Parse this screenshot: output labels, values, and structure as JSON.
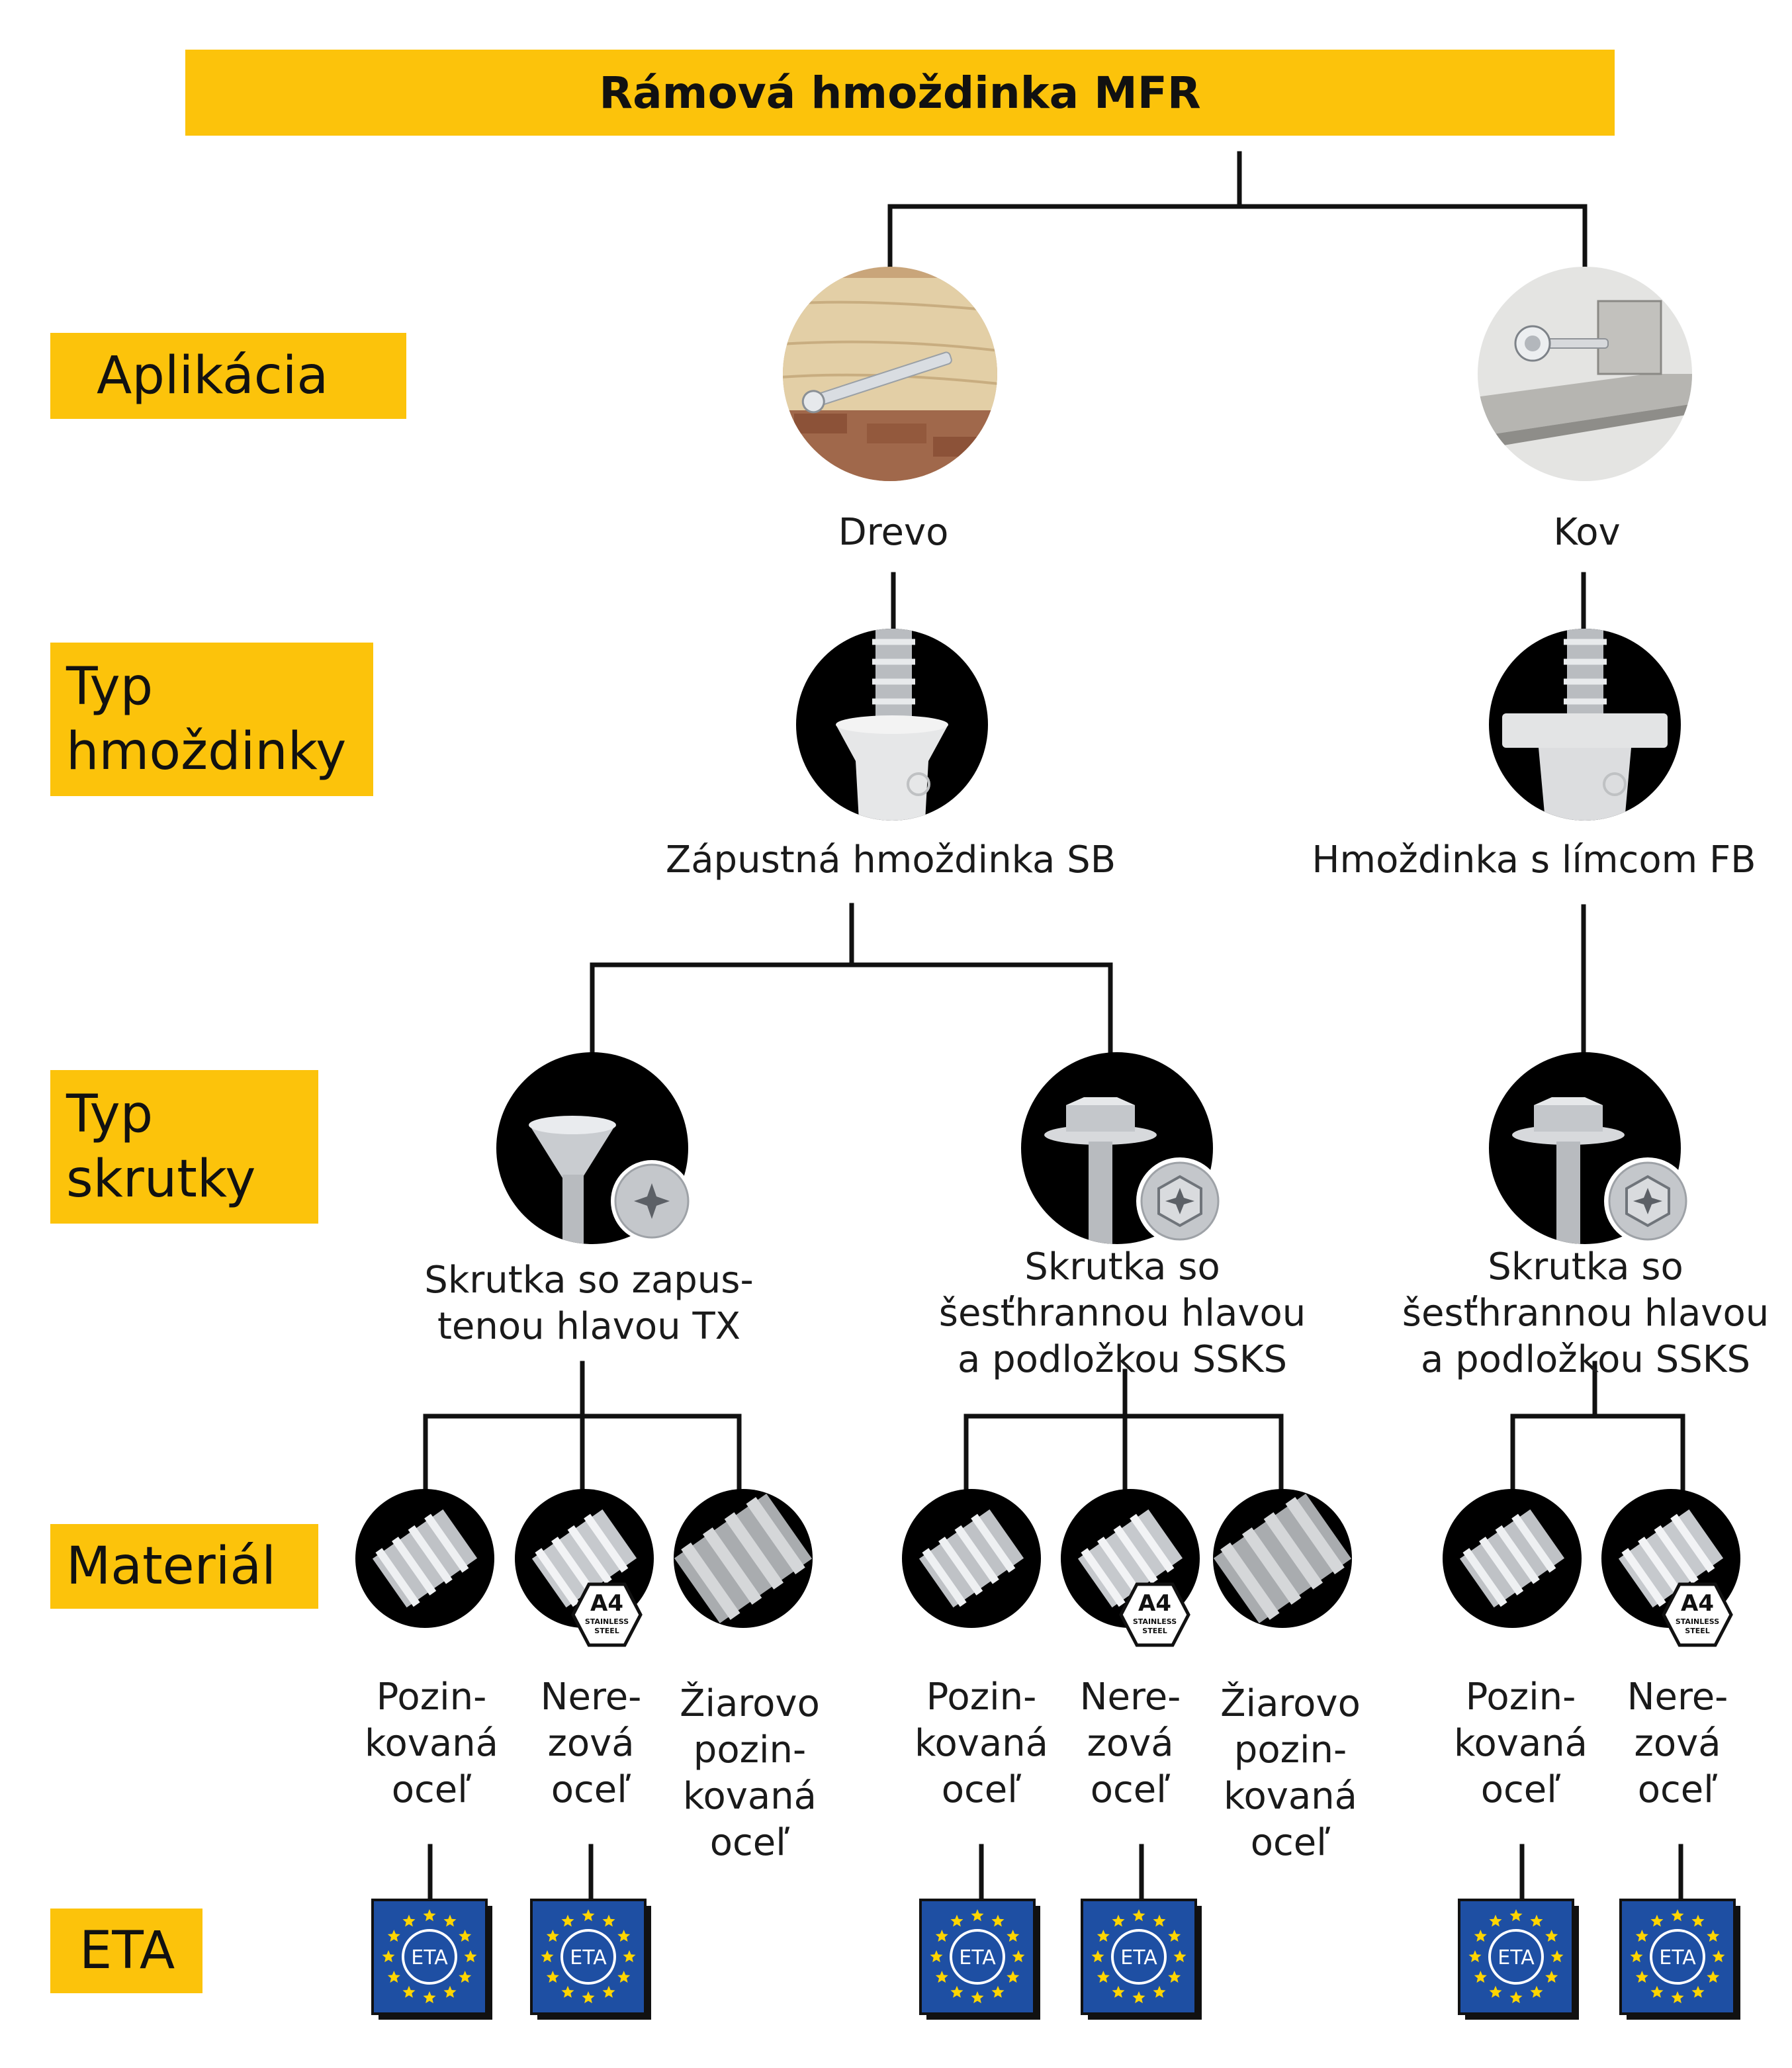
{
  "title": "Rámová hmoždinka MFR",
  "row_labels": {
    "aplikacia": "Aplikácia",
    "typ_hmozdinky": "Typ\nhmoždinky",
    "typ_skrutky": "Typ\nskrutky",
    "material": "Materiál",
    "eta": "ETA"
  },
  "applications": [
    "Drevo",
    "Kov"
  ],
  "anchor_types": [
    "Zápustná hmoždinka SB",
    "Hmoždinka s límcom FB"
  ],
  "screw_types": [
    "Skrutka so zapus-\ntenou hlavou TX",
    "Skrutka so\nšesťhrannou hlavou\na podložkou SSKS",
    "Skrutka so\nšesťhrannou hlavou\na podložkou SSKS"
  ],
  "materials": {
    "group1": [
      "Pozin-\nkovaná\noceľ",
      "Nere-\nzová\noceľ",
      "Žiarovo\npozin-\nkovaná\noceľ"
    ],
    "group2": [
      "Pozin-\nkovaná\noceľ",
      "Nere-\nzová\noceľ",
      "Žiarovo\npozin-\nkovaná\noceľ"
    ],
    "group3": [
      "Pozin-\nkovaná\noceľ",
      "Nere-\nzová\noceľ"
    ]
  },
  "badges": {
    "a4_main": "A4",
    "a4_sub1": "STAINLESS",
    "a4_sub2": "STEEL",
    "eta_text": "ETA"
  },
  "colors": {
    "accent_yellow": "#FCC30B",
    "eu_blue": "#1E4FA3",
    "eu_star": "#FFD500",
    "line": "#111111"
  }
}
